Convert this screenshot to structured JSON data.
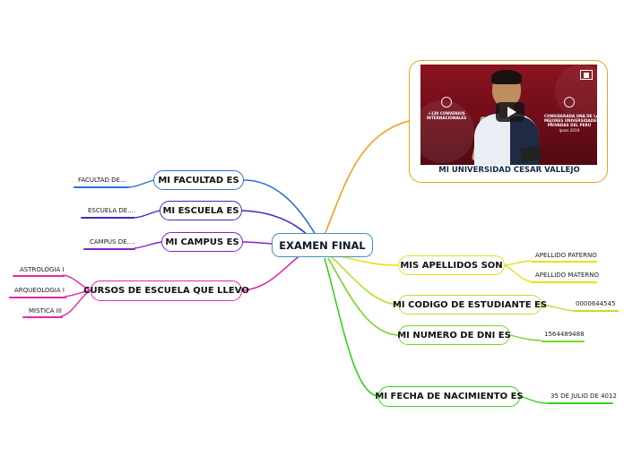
{
  "colors": {
    "blue": "#2f6fd6",
    "indigo": "#3c2cc0",
    "purple": "#8a1fc9",
    "magenta": "#e02aa8",
    "orange": "#f0a020",
    "yellow": "#e6df1a",
    "yellowgreen": "#b6e22a",
    "green": "#74d624",
    "brightgreen": "#36d11f",
    "center": "#3d93c6"
  },
  "center": {
    "label": "EXAMEN FINAL"
  },
  "left_branches": [
    {
      "label": "MI FACULTAD ES",
      "leaf": "FACULTAD DE..."
    },
    {
      "label": "MI ESCUELA ES",
      "leaf": "ESCUELA DE...."
    },
    {
      "label": "MI CAMPUS ES",
      "leaf": "CAMPUS DE...."
    },
    {
      "label": "CURSOS DE ESCUELA QUE LLEVO",
      "leaves": [
        "ASTROLOGIA I",
        "ARQUEOLOGIA I",
        "MISTICA III"
      ]
    }
  ],
  "video": {
    "caption": "MI UNIVERSIDAD CESAR VALLEJO",
    "overlay_left": [
      "+130 CONVENIOS",
      "INTERNACIONALES"
    ],
    "overlay_right": [
      "CONSIDERADA UNA DE LAS",
      "MEJORES UNIVERSIDADES",
      "PRIVADAS DEL PERÚ"
    ],
    "overlay_right_small": "Ipsos 2019",
    "play_icon": "play-icon"
  },
  "right_branches": [
    {
      "label": "MIS APELLIDOS SON",
      "leaves": [
        "APELLIDO PATERNO",
        "APELLIDO MATERNO"
      ]
    },
    {
      "label": "MI CODIGO DE ESTUDIANTE ES",
      "leaf": "0000644545"
    },
    {
      "label": "MI NUMERO DE DNI ES",
      "leaf": "1564489488"
    },
    {
      "label": "MI FECHA DE NACIMIENTO ES",
      "leaf": "35 DE JULIO DE 4012"
    }
  ]
}
